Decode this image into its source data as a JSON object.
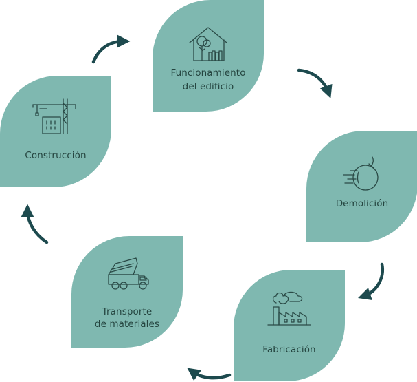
{
  "stages": [
    {
      "id": "funcionamiento",
      "label_line1": "Funcionamiento",
      "label_line2": "del edificio",
      "icon": "house-tree-icon"
    },
    {
      "id": "demolicion",
      "label_line1": "Demolición",
      "label_line2": "",
      "icon": "wrecking-ball-icon"
    },
    {
      "id": "fabricacion",
      "label_line1": "Fabricación",
      "label_line2": "",
      "icon": "factory-icon"
    },
    {
      "id": "transporte",
      "label_line1": "Transporte",
      "label_line2": "de materiales",
      "icon": "dump-truck-icon"
    },
    {
      "id": "construccion",
      "label_line1": "Construcción",
      "label_line2": "",
      "icon": "crane-building-icon"
    }
  ],
  "colors": {
    "leaf": "#7fb8b0",
    "arrow": "#1d4a4e",
    "icon_stroke": "#2a4a46",
    "text": "#24443f"
  }
}
